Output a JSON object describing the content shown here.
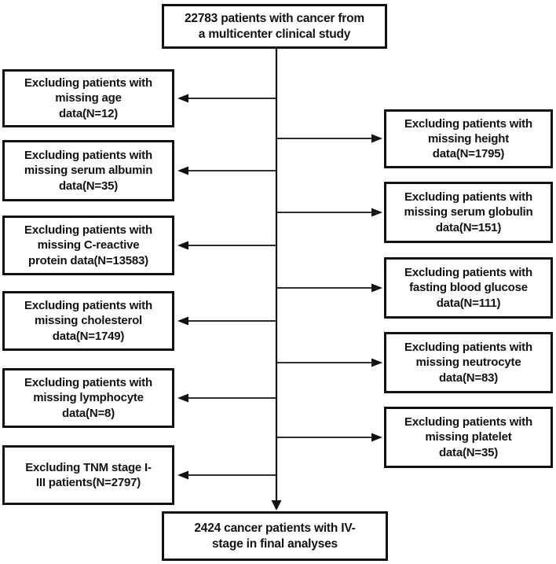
{
  "figure": {
    "title": "Patient exclusion flowchart",
    "colors": {
      "ink": "#121212",
      "background": "#ffffff"
    },
    "top_box": {
      "lines": [
        "22783 patients with cancer from",
        "a multicenter clinical study"
      ]
    },
    "left_boxes": [
      {
        "lines": [
          "Excluding patients with",
          "missing age",
          "data(N=12)"
        ]
      },
      {
        "lines": [
          "Excluding patients with",
          "missing serum albumin",
          "data(N=35)"
        ]
      },
      {
        "lines": [
          "Excluding patients with",
          "missing C-reactive",
          "protein data(N=13583)"
        ]
      },
      {
        "lines": [
          "Excluding patients with",
          "missing cholesterol",
          "data(N=1749)"
        ]
      },
      {
        "lines": [
          "Excluding patients with",
          "missing lymphocyte",
          "data(N=8)"
        ]
      },
      {
        "lines": [
          "Excluding TNM stage I-",
          "III patients(N=2797)"
        ]
      }
    ],
    "right_boxes": [
      {
        "lines": [
          "Excluding patients with",
          "missing height",
          "data(N=1795)"
        ]
      },
      {
        "lines": [
          "Excluding patients with",
          "missing serum globulin",
          "data(N=151)"
        ]
      },
      {
        "lines": [
          "Excluding patients with",
          "fasting blood glucose",
          "data(N=111)"
        ]
      },
      {
        "lines": [
          "Excluding patients with",
          "missing neutrocyte",
          "data(N=83)"
        ]
      },
      {
        "lines": [
          "Excluding patients with",
          "missing platelet",
          "data(N=35)"
        ]
      }
    ],
    "bottom_box": {
      "lines": [
        "2424 cancer patients with IV-",
        "stage in final analyses"
      ]
    }
  }
}
